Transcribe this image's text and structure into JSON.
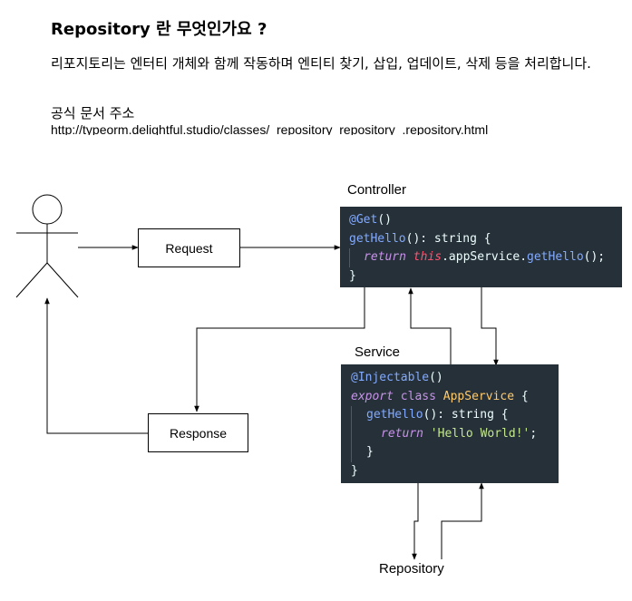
{
  "heading": {
    "title": "Repository 란 무엇인가요 ?",
    "description": "리포지토리는 엔터티 개체와 함께 작동하며 엔티티 찾기, 삽입, 업데이트, 삭제 등을 처리합니다.",
    "doc_label": "공식 문서 주소",
    "doc_url": "http://typeorm.delightful.studio/classes/_repository_repository_.repository.html"
  },
  "diagram": {
    "controller_caption": "Controller",
    "service_caption": "Service",
    "repository_caption": "Repository",
    "request_label": "Request",
    "response_label": "Response",
    "controller_code": {
      "line1_decorator": "@Get",
      "line1_parens": "()",
      "line2_fn": "getHello",
      "line2_rest": "(): string {",
      "line3_kw": "return",
      "line3_this": "this",
      "line3_mid": ".appService.",
      "line3_fn": "getHello",
      "line3_end": "();",
      "line4": "}"
    },
    "service_code": {
      "line1_decorator": "@Injectable",
      "line1_parens": "()",
      "line2_kw": "export",
      "line2_class": "class",
      "line2_name": "AppService",
      "line2_brace": "{",
      "line3_fn": "getHello",
      "line3_rest": "(): string {",
      "line4_kw": "return",
      "line4_str": "'Hello World!'",
      "line4_end": ";",
      "line5": "}",
      "line6": "}"
    },
    "colors": {
      "code_background": "#263038",
      "decorator": "#82aaff",
      "keyword": "#c792ea",
      "this_keyword": "#ff5370",
      "class_name": "#ffcb6b",
      "string": "#c3e88d"
    }
  }
}
